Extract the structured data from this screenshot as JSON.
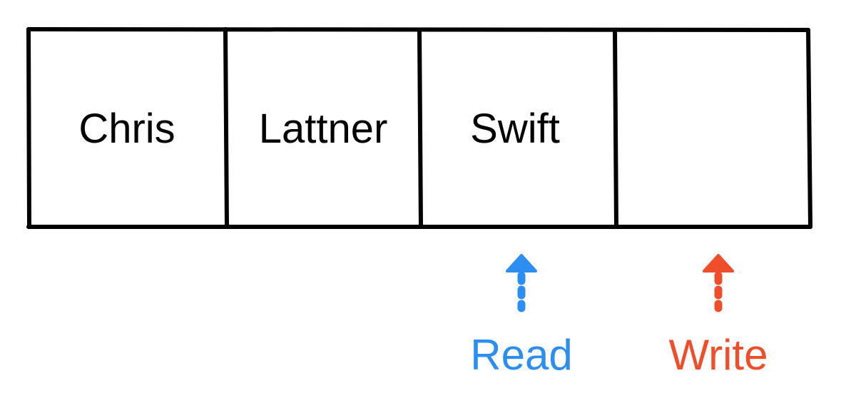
{
  "buffer": {
    "cells": [
      {
        "label": "Chris"
      },
      {
        "label": "Lattner"
      },
      {
        "label": "Swift"
      },
      {
        "label": ""
      }
    ]
  },
  "pointers": {
    "read": {
      "label": "Read",
      "color": "#2B8EF0",
      "cell_index": 2
    },
    "write": {
      "label": "Write",
      "color": "#EE4E2A",
      "cell_index": 3
    }
  },
  "colors": {
    "border": "#000000",
    "background": "#ffffff"
  }
}
